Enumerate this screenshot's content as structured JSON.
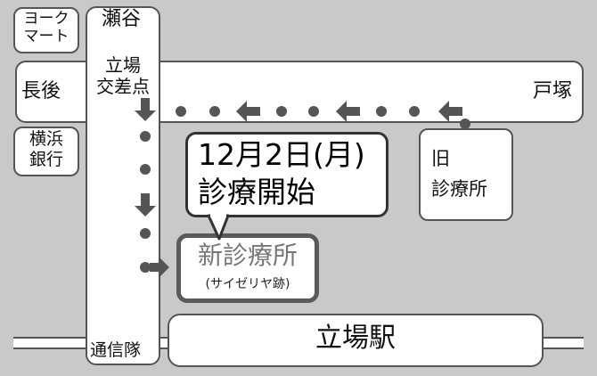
{
  "map": {
    "labels": {
      "yorkmart_line1": "ヨーク",
      "yorkmart_line2": "マート",
      "seya": "瀬谷",
      "tateba_line1": "立場",
      "tateba_line2": "交差点",
      "nagago": "長後",
      "totsuka": "戸塚",
      "yokohama_line1": "横浜",
      "yokohama_line2": "銀行",
      "old_clinic_line1": "旧",
      "old_clinic_line2": "診療所",
      "new_clinic_name": "新診療所",
      "new_clinic_note": "(サイゼリヤ跡)",
      "tsushintai": "通信隊",
      "station": "立場駅"
    },
    "callout": {
      "date": "12月2日(月)",
      "text": "診療開始"
    },
    "colors": {
      "background": "#c9c9c9",
      "road": "#ffffff",
      "route": "#555555",
      "outline": "#555555",
      "new_clinic_border": "#5a5a5a"
    }
  }
}
